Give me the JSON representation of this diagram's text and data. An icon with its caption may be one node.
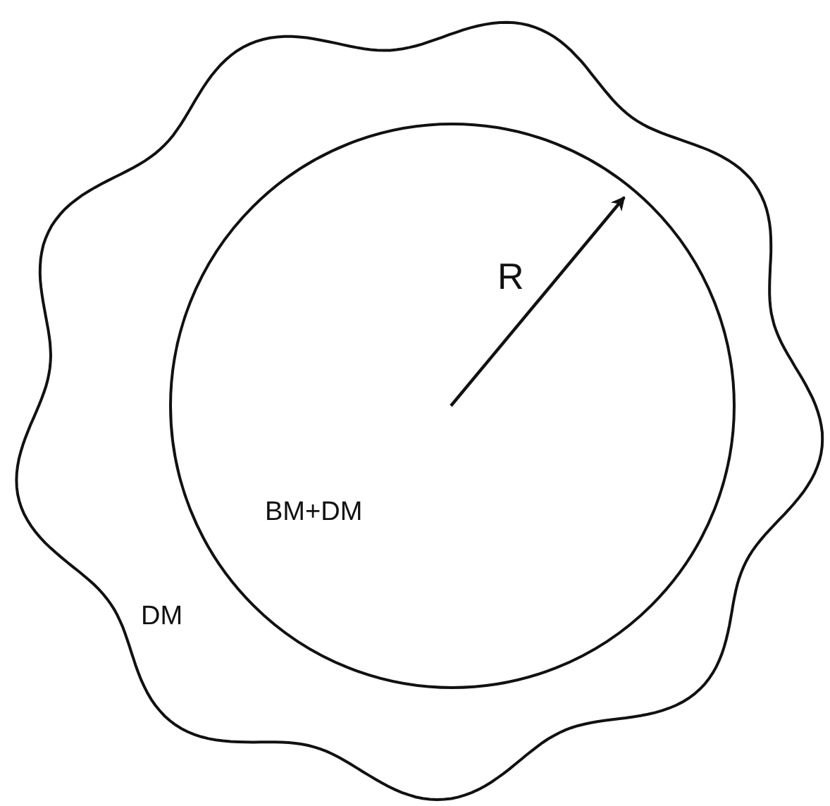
{
  "diagram": {
    "nodes": [
      {
        "text": [
          "DM"
        ]
      },
      {
        "text": [
          "BM+DM"
        ],
        "in": 0
      }
    ],
    "labels": [
      "R"
    ]
  }
}
